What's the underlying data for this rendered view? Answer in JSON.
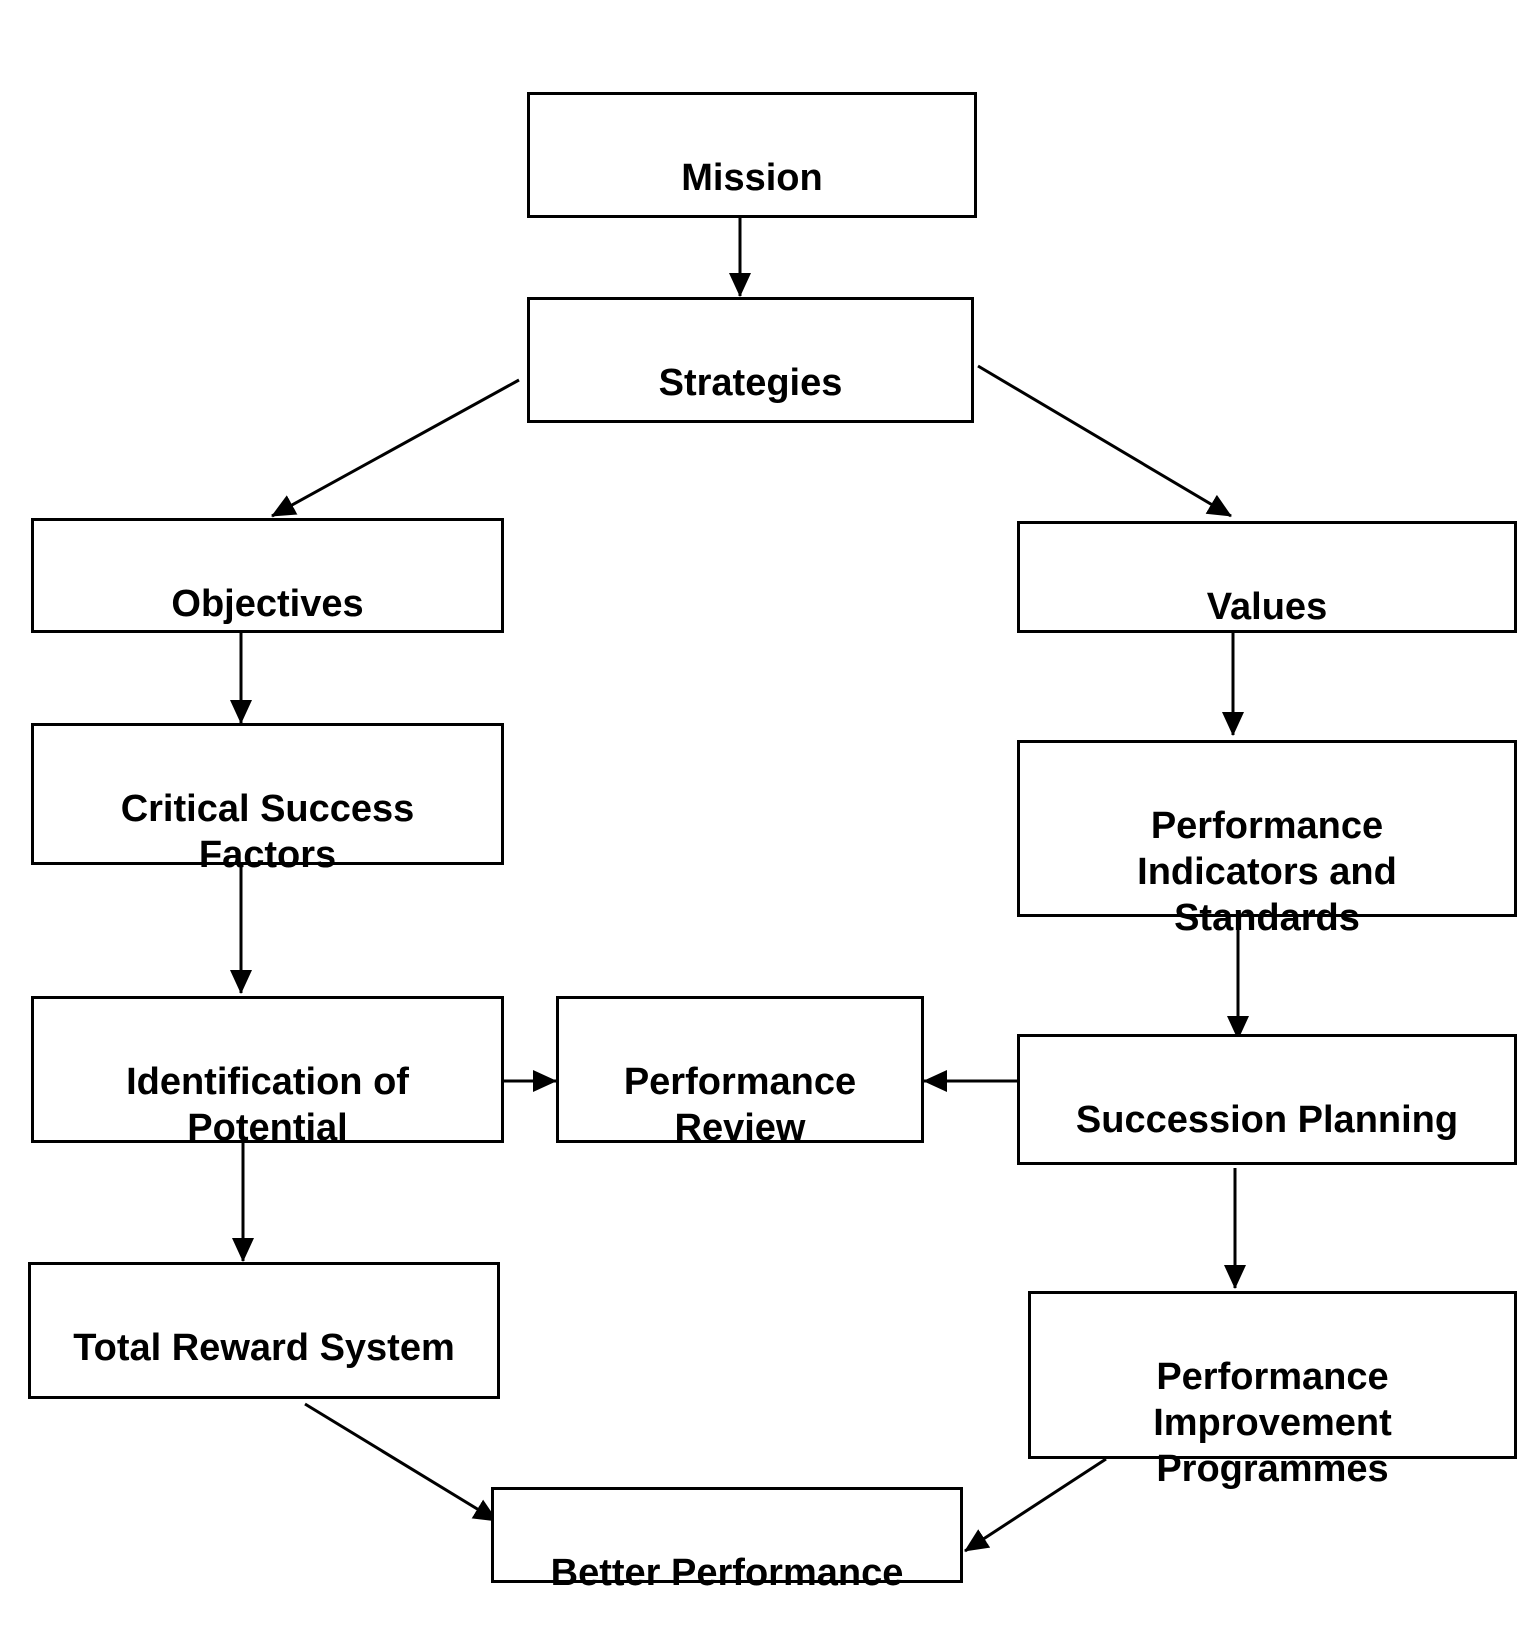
{
  "colors": {
    "stroke": "#000000",
    "background": "#ffffff",
    "text": "#000000"
  },
  "nodes": {
    "mission": "Mission",
    "strategies": "Strategies",
    "objectives": "Objectives",
    "values": "Values",
    "critical_success_factors": "Critical Success\nFactors",
    "performance_indicators": "Performance\nIndicators and\nStandards",
    "identification_of_potential": "Identification of\nPotential",
    "performance_review": "Performance\nReview",
    "succession_planning": "Succession Planning",
    "total_reward_system": "Total Reward System",
    "performance_improvement": "Performance\nImprovement\nProgrammes",
    "better_performance": "Better Performance"
  },
  "edges": [
    {
      "from": "mission",
      "to": "strategies"
    },
    {
      "from": "strategies",
      "to": "objectives"
    },
    {
      "from": "strategies",
      "to": "values"
    },
    {
      "from": "objectives",
      "to": "critical_success_factors"
    },
    {
      "from": "critical_success_factors",
      "to": "identification_of_potential"
    },
    {
      "from": "values",
      "to": "performance_indicators"
    },
    {
      "from": "performance_indicators",
      "to": "succession_planning"
    },
    {
      "from": "identification_of_potential",
      "to": "performance_review"
    },
    {
      "from": "succession_planning",
      "to": "performance_review"
    },
    {
      "from": "identification_of_potential",
      "to": "total_reward_system"
    },
    {
      "from": "succession_planning",
      "to": "performance_improvement"
    },
    {
      "from": "total_reward_system",
      "to": "better_performance"
    },
    {
      "from": "performance_improvement",
      "to": "better_performance"
    }
  ]
}
